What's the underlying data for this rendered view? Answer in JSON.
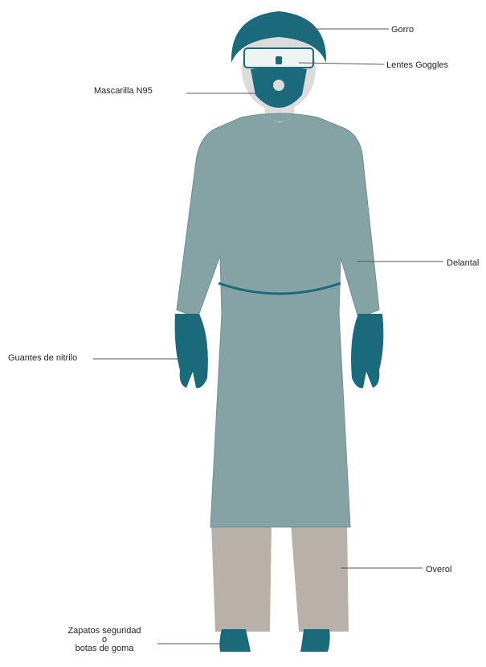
{
  "colors": {
    "gown": "#85a3a5",
    "gown_edge": "#6f8f92",
    "teal": "#1a6a7b",
    "pants": "#b8b0a9",
    "skin": "#dcdcdc",
    "goggles": "#eef3f4",
    "line": "#555555"
  },
  "labels": {
    "gorro": "Gorro",
    "lentes": "Lentes Goggles",
    "mascarilla": "Mascarilla N95",
    "delantal": "Delantal",
    "guantes": "Guantes de nitrilo",
    "overol": "Overol",
    "zapatos_line1": "Zapatos seguridad",
    "zapatos_line2": "o",
    "zapatos_line3": "botas de goma"
  }
}
